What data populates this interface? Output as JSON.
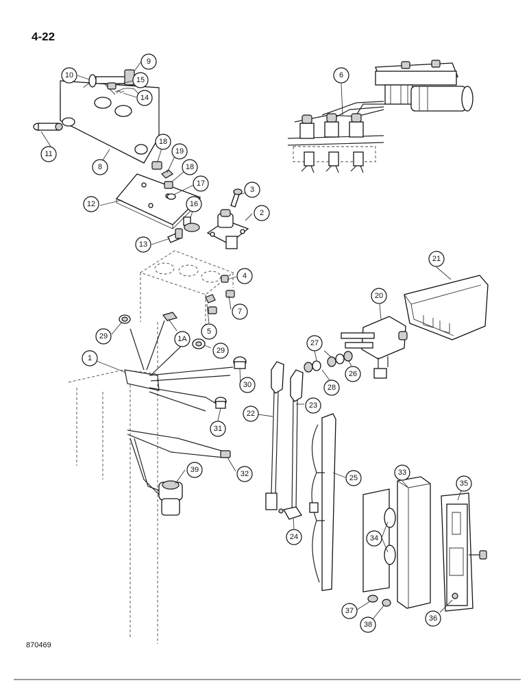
{
  "page": {
    "number": "4-22",
    "drawing_number": "870469"
  },
  "callouts": [
    {
      "id": "c9",
      "label": "9"
    },
    {
      "id": "c10",
      "label": "10"
    },
    {
      "id": "c15",
      "label": "15"
    },
    {
      "id": "c14",
      "label": "14"
    },
    {
      "id": "c11",
      "label": "11"
    },
    {
      "id": "c8",
      "label": "8"
    },
    {
      "id": "c18a",
      "label": "18"
    },
    {
      "id": "c19",
      "label": "19"
    },
    {
      "id": "c18b",
      "label": "18"
    },
    {
      "id": "c17",
      "label": "17"
    },
    {
      "id": "c12",
      "label": "12"
    },
    {
      "id": "c16",
      "label": "16"
    },
    {
      "id": "c3",
      "label": "3"
    },
    {
      "id": "c2",
      "label": "2"
    },
    {
      "id": "c13",
      "label": "13"
    },
    {
      "id": "c6",
      "label": "6"
    },
    {
      "id": "c4",
      "label": "4"
    },
    {
      "id": "c7",
      "label": "7"
    },
    {
      "id": "c5",
      "label": "5"
    },
    {
      "id": "c21",
      "label": "21"
    },
    {
      "id": "c20",
      "label": "20"
    },
    {
      "id": "c29a",
      "label": "29"
    },
    {
      "id": "c1A",
      "label": "1A"
    },
    {
      "id": "c29b",
      "label": "29"
    },
    {
      "id": "c1",
      "label": "1"
    },
    {
      "id": "c30",
      "label": "30"
    },
    {
      "id": "c27",
      "label": "27"
    },
    {
      "id": "c26",
      "label": "26"
    },
    {
      "id": "c28",
      "label": "28"
    },
    {
      "id": "c23",
      "label": "23"
    },
    {
      "id": "c22",
      "label": "22"
    },
    {
      "id": "c31",
      "label": "31"
    },
    {
      "id": "c25",
      "label": "25"
    },
    {
      "id": "c32",
      "label": "32"
    },
    {
      "id": "c39",
      "label": "39"
    },
    {
      "id": "c24",
      "label": "24"
    },
    {
      "id": "c33",
      "label": "33"
    },
    {
      "id": "c35",
      "label": "35"
    },
    {
      "id": "c34",
      "label": "34"
    },
    {
      "id": "c37",
      "label": "37"
    },
    {
      "id": "c38",
      "label": "38"
    },
    {
      "id": "c36",
      "label": "36"
    }
  ]
}
